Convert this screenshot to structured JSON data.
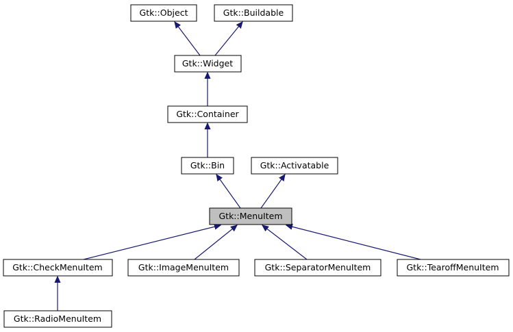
{
  "colors": {
    "edge": "#191970",
    "node_border": "#000000",
    "node_fill": "#ffffff",
    "highlight_fill": "#bfbfbf"
  },
  "nodes": {
    "object": "Gtk::Object",
    "buildable": "Gtk::Buildable",
    "widget": "Gtk::Widget",
    "container": "Gtk::Container",
    "bin": "Gtk::Bin",
    "activatable": "Gtk::Activatable",
    "menuitem": "Gtk::MenuItem",
    "checkmenuitem": "Gtk::CheckMenuItem",
    "imagemenuitem": "Gtk::ImageMenuItem",
    "separatormenuitem": "Gtk::SeparatorMenuItem",
    "tearoffmenuitem": "Gtk::TearoffMenuItem",
    "radiomenuitem": "Gtk::RadioMenuItem"
  },
  "edges": [
    [
      "widget",
      "object"
    ],
    [
      "widget",
      "buildable"
    ],
    [
      "container",
      "widget"
    ],
    [
      "bin",
      "container"
    ],
    [
      "menuitem",
      "bin"
    ],
    [
      "menuitem",
      "activatable"
    ],
    [
      "checkmenuitem",
      "menuitem"
    ],
    [
      "imagemenuitem",
      "menuitem"
    ],
    [
      "separatormenuitem",
      "menuitem"
    ],
    [
      "tearoffmenuitem",
      "menuitem"
    ],
    [
      "radiomenuitem",
      "checkmenuitem"
    ]
  ],
  "highlighted": "menuitem"
}
